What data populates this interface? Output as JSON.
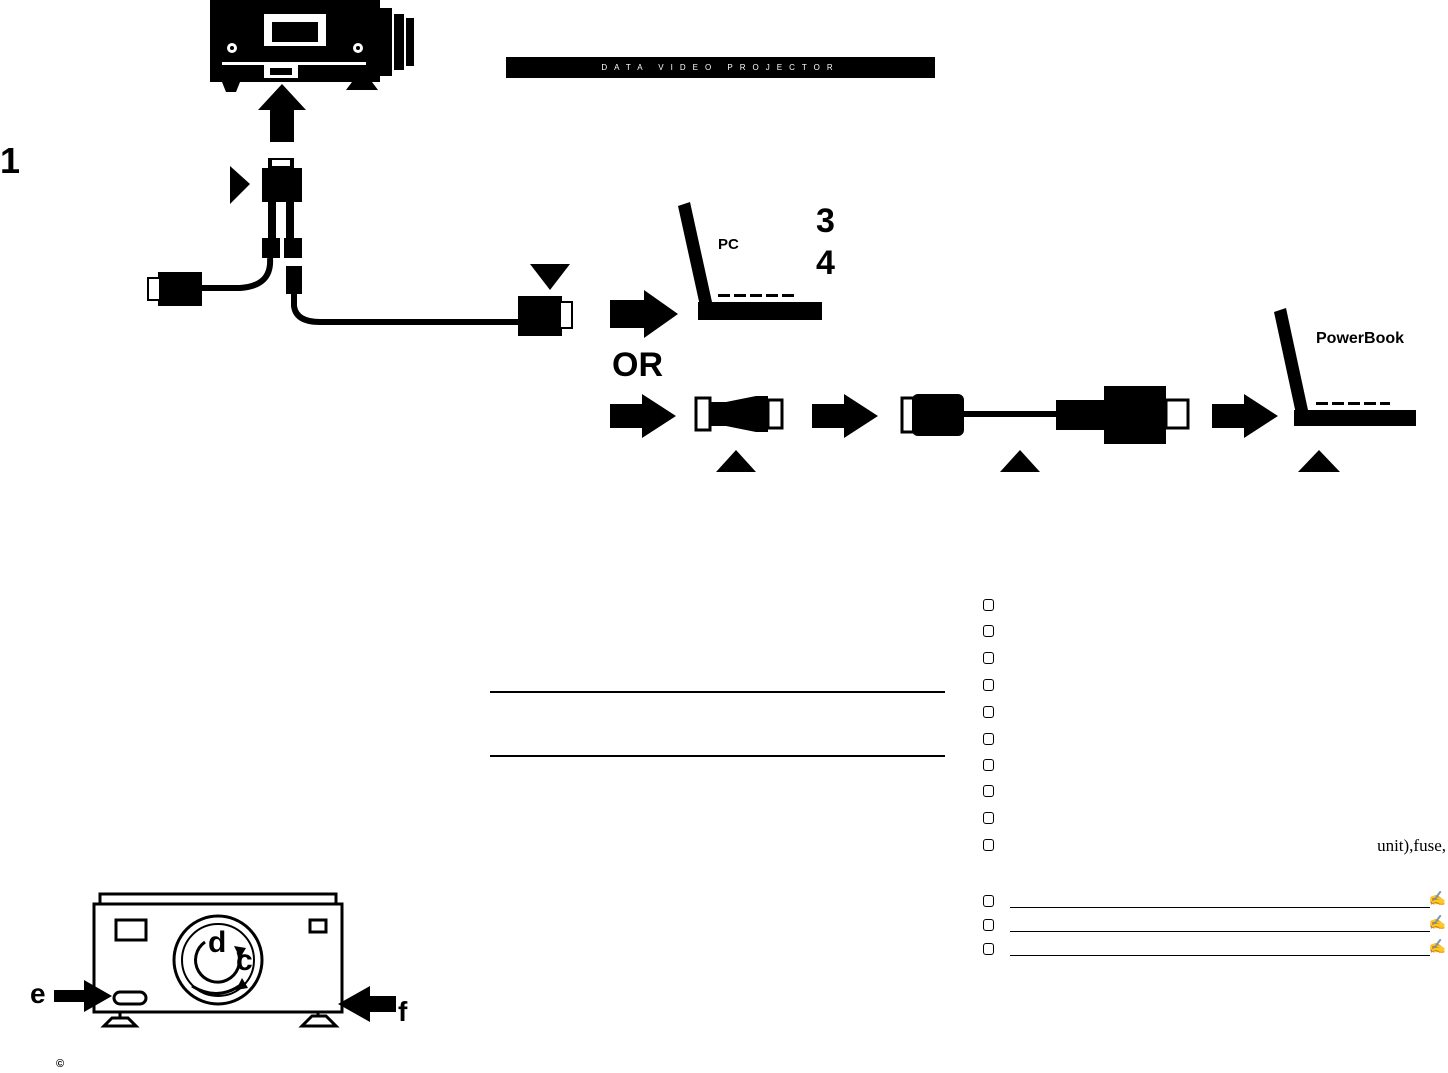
{
  "banner": {
    "text": "DATA VIDEO PROJECTOR"
  },
  "steps": {
    "s1": "1",
    "s3": "3",
    "s4": "4"
  },
  "labels": {
    "pc": "PC",
    "or": "OR",
    "powerbook": "PowerBook"
  },
  "projector_callouts": {
    "c": "c",
    "d": "d",
    "e": "e",
    "f": "f"
  },
  "footer": {
    "copyright": "©"
  },
  "checklist": {
    "items": [
      {
        "text": ""
      },
      {
        "text": ""
      },
      {
        "text": ""
      },
      {
        "text": ""
      },
      {
        "text": ""
      },
      {
        "text": ""
      },
      {
        "text": ""
      },
      {
        "text": ""
      },
      {
        "text": ""
      },
      {
        "text": "unit),fuse,"
      }
    ],
    "signature_rows": 3
  },
  "icons": [
    "arrow-right-icon",
    "arrow-up-icon",
    "triangle-marker-icon",
    "pen-icon",
    "checkbox-icon"
  ]
}
